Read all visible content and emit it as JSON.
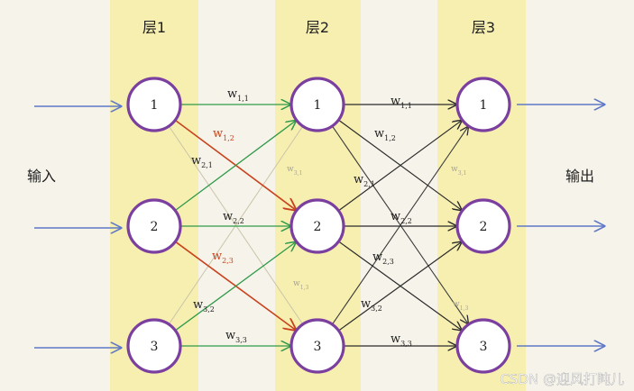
{
  "layers": [
    {
      "title": "层1",
      "nodes": [
        "1",
        "2",
        "3"
      ]
    },
    {
      "title": "层2",
      "nodes": [
        "1",
        "2",
        "3"
      ]
    },
    {
      "title": "层3",
      "nodes": [
        "1",
        "2",
        "3"
      ]
    }
  ],
  "input_label": "输入",
  "output_label": "输出",
  "weights_12": [
    {
      "from": 0,
      "to": 0,
      "base": "w",
      "sub": "1,1",
      "color": "green"
    },
    {
      "from": 0,
      "to": 1,
      "base": "w",
      "sub": "1,2",
      "color": "red"
    },
    {
      "from": 1,
      "to": 0,
      "base": "w",
      "sub": "2,1",
      "color": "green"
    },
    {
      "from": 1,
      "to": 1,
      "base": "w",
      "sub": "2,2",
      "color": "green"
    },
    {
      "from": 1,
      "to": 2,
      "base": "w",
      "sub": "2,3",
      "color": "red"
    },
    {
      "from": 2,
      "to": 1,
      "base": "w",
      "sub": "3,2",
      "color": "green"
    },
    {
      "from": 2,
      "to": 2,
      "base": "w",
      "sub": "3,3",
      "color": "green"
    }
  ],
  "weights_23": [
    {
      "from": 0,
      "to": 0,
      "base": "w",
      "sub": "1,1"
    },
    {
      "from": 0,
      "to": 1,
      "base": "w",
      "sub": "1,2"
    },
    {
      "from": 1,
      "to": 0,
      "base": "w",
      "sub": "2,1"
    },
    {
      "from": 1,
      "to": 1,
      "base": "w",
      "sub": "2,2"
    },
    {
      "from": 1,
      "to": 2,
      "base": "w",
      "sub": "2,3"
    },
    {
      "from": 2,
      "to": 1,
      "base": "w",
      "sub": "3,2"
    },
    {
      "from": 2,
      "to": 2,
      "base": "w",
      "sub": "3,3"
    }
  ],
  "faint_labels": [
    {
      "base": "w",
      "sub": "3,1"
    },
    {
      "base": "w",
      "sub": "1,3"
    },
    {
      "base": "w",
      "sub": "3,1"
    },
    {
      "base": "w",
      "sub": "1,3"
    }
  ],
  "colors": {
    "band": "#f7efb0",
    "node_stroke": "#7b3fa0",
    "arrow_blue": "#5f78c8",
    "arrow_green": "#2f9a4a",
    "arrow_red": "#c8431e",
    "arrow_black": "#2a2a2a",
    "label": "#1e1e1e",
    "red_label": "#c8431e"
  },
  "watermark": "CSDN @迎风打盹儿"
}
